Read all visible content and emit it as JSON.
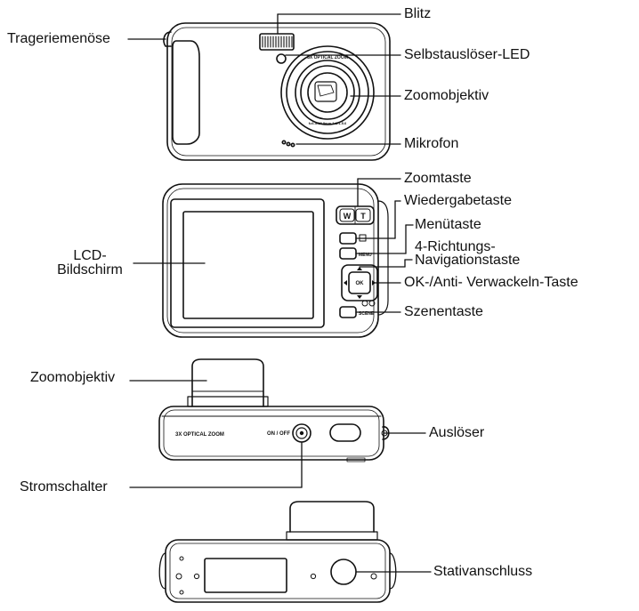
{
  "labels": {
    "front": {
      "blitz": "Blitz",
      "trageriemenoese": "Trageriemenöse",
      "selbstausloeser_led": "Selbstauslöser-LED",
      "zoomobjektiv": "Zoomobjektiv",
      "mikrofon": "Mikrofon"
    },
    "back": {
      "zoomtaste": "Zoomtaste",
      "wiedergabetaste": "Wiedergabetaste",
      "menuetaste": "Menütaste",
      "navigation_line1": "4-Richtungs-",
      "navigation_line2": "Navigationstaste",
      "ok_anti": "OK-/Anti- Verwackeln-Taste",
      "szenentaste": "Szenentaste",
      "lcd_line1": "LCD-",
      "lcd_line2": "Bildschirm"
    },
    "top": {
      "zoomobjektiv": "Zoomobjektiv",
      "ausloeser": "Auslöser",
      "stromschalter": "Stromschalter"
    },
    "bottom": {
      "stativanschluss": "Stativanschluss"
    }
  },
  "device_text": {
    "lens_ring": "3X OPTICAL ZOOM",
    "lens_spec": "f=6.3-18.9mm 1:3.1-5.6",
    "zoom_w": "W",
    "zoom_t": "T",
    "menu_key": "MENU",
    "ok_key": "OK",
    "scene_key": "SCENE",
    "top_zoom_print": "3X OPTICAL ZOOM",
    "on_off": "ON / OFF"
  },
  "colors": {
    "line": "#111111",
    "screen_fill": "#ffffff",
    "lens_glass": "#ffffff"
  }
}
